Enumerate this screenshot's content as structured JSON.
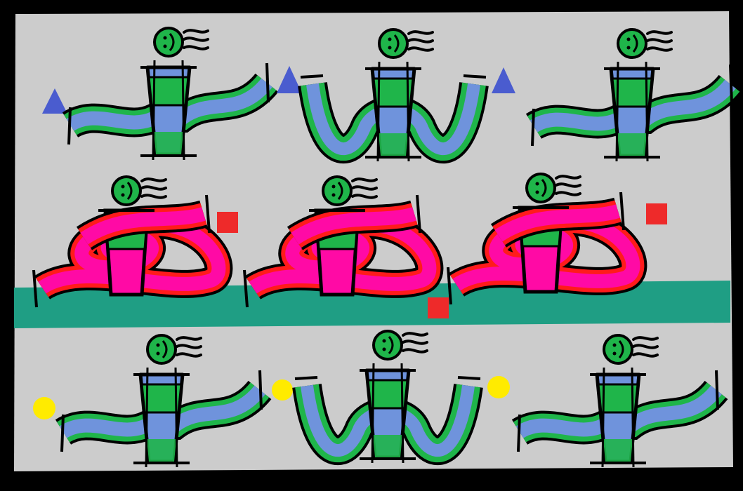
{
  "colors": {
    "frame": "#000000",
    "panel": "#cccccc",
    "band": "#1f9e84",
    "figure_blue": "#6f93dc",
    "figure_green": "#1fb54a",
    "figure_pink": "#ff0aa5",
    "figure_red": "#ff1b1b",
    "triangle": "#4a5ccf",
    "square": "#ee2a2a",
    "circle": "#ffeb00"
  },
  "rows": [
    {
      "row": "top",
      "figures": [
        "arms-wave",
        "arms-w",
        "arms-wave"
      ],
      "marker": "triangle"
    },
    {
      "row": "middle",
      "figures": [
        "coiled",
        "coiled",
        "coiled"
      ],
      "marker": "square"
    },
    {
      "row": "bottom",
      "figures": [
        "arms-wave",
        "arms-w",
        "arms-wave"
      ],
      "marker": "circle"
    }
  ]
}
